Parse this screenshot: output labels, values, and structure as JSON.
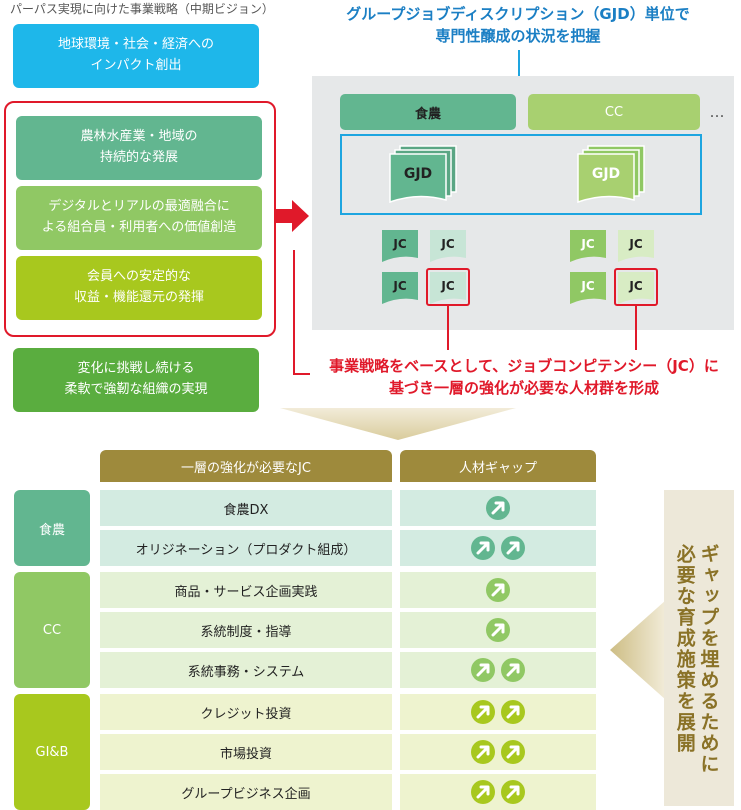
{
  "header_caption": "パーパス実現に向けた事業戦略（中期ビジョン）",
  "strategy_boxes": [
    {
      "line1": "地球環境・社会・経済への",
      "line2": "インパクト創出"
    },
    {
      "line1": "農林水産業・地域の",
      "line2": "持続的な発展"
    },
    {
      "line1": "デジタルとリアルの最適融合に",
      "line2": "よる組合員・利用者への価値創造"
    },
    {
      "line1": "会員への安定的な",
      "line2": "収益・機能還元の発揮"
    },
    {
      "line1": "変化に挑戦し続ける",
      "line2": "柔軟で強靭な組織の実現"
    }
  ],
  "gjd_title": {
    "line1": "グループジョブディスクリプション（GJD）単位で",
    "line2": "専門性醸成の状況を把握"
  },
  "tabs": {
    "food": "食農",
    "cc": "CC",
    "more": "…"
  },
  "gjd_label": "GJD",
  "jc_label": "JC",
  "jc_caption": {
    "line1": "事業戦略をベースとして、ジョブコンピテンシー（JC）に",
    "line2": "基づき一層の強化が必要な人材群を形成"
  },
  "table": {
    "col1_header": "一層の強化が必要なJC",
    "col2_header": "人材ギャップ",
    "groups": [
      {
        "name": "食農",
        "color": "#62b690",
        "rows": [
          {
            "label": "食農DX",
            "gap": 1
          },
          {
            "label": "オリジネーション（プロダクト組成）",
            "gap": 2
          }
        ]
      },
      {
        "name": "CC",
        "color": "#90c864",
        "rows": [
          {
            "label": "商品・サービス企画実践",
            "gap": 1
          },
          {
            "label": "系統制度・指導",
            "gap": 1
          },
          {
            "label": "系統事務・システム",
            "gap": 2
          }
        ]
      },
      {
        "name": "GI&B",
        "color": "#a8c81e",
        "rows": [
          {
            "label": "クレジット投資",
            "gap": 2
          },
          {
            "label": "市場投資",
            "gap": 2
          },
          {
            "label": "グループビジネス企画",
            "gap": 2
          }
        ]
      }
    ]
  },
  "side_text": {
    "line1": "ギャップを埋めるために",
    "line2": "必要な育成施策を展開"
  },
  "colors": {
    "red": "#e0192a",
    "blue": "#1ea5e0",
    "gold": "#9e8a3c"
  }
}
